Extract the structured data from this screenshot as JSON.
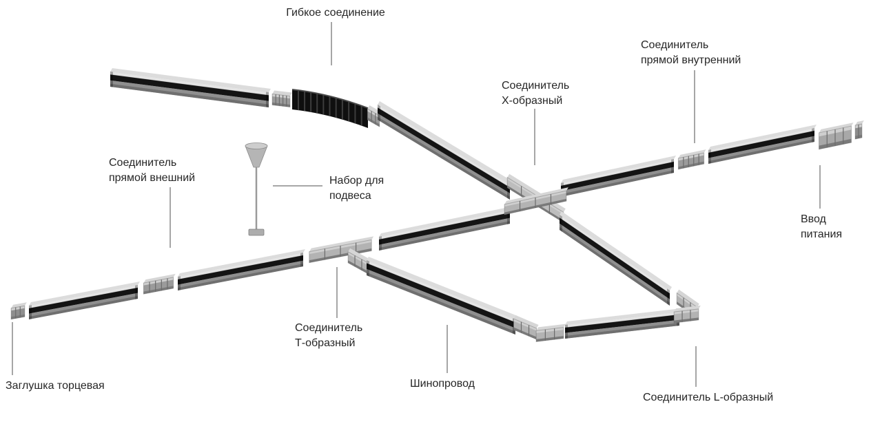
{
  "diagram": {
    "labels": {
      "flexible": {
        "lines": [
          "Гибкое соединение"
        ]
      },
      "internal": {
        "lines": [
          "Соединитель",
          "прямой внутренний"
        ]
      },
      "x_shaped": {
        "lines": [
          "Соединитель",
          "Х-образный"
        ]
      },
      "external": {
        "lines": [
          "Соединитель",
          "прямой внешний"
        ]
      },
      "suspension": {
        "lines": [
          "Набор для",
          "подвеса"
        ]
      },
      "power": {
        "lines": [
          "Ввод",
          "питания"
        ]
      },
      "t_shaped": {
        "lines": [
          "Соединитель",
          "Т-образный"
        ]
      },
      "busbar": {
        "lines": [
          "Шинопровод"
        ]
      },
      "end_cap": {
        "lines": [
          "Заглушка торцевая"
        ]
      },
      "l_shaped": {
        "lines": [
          "Соединитель L-образный"
        ]
      }
    },
    "colors": {
      "background": "#ffffff",
      "label_text": "#262626",
      "leader_line": "#4d4d4d",
      "track_slot": "#141414",
      "metal_light": "#dcdcdc",
      "metal_mid": "#ababab",
      "metal_dark": "#6f6f6f",
      "connector_gray": "#9b9b9b",
      "joint_gray": "#b3b3b3",
      "flex_black": "#0f0f0f"
    }
  }
}
